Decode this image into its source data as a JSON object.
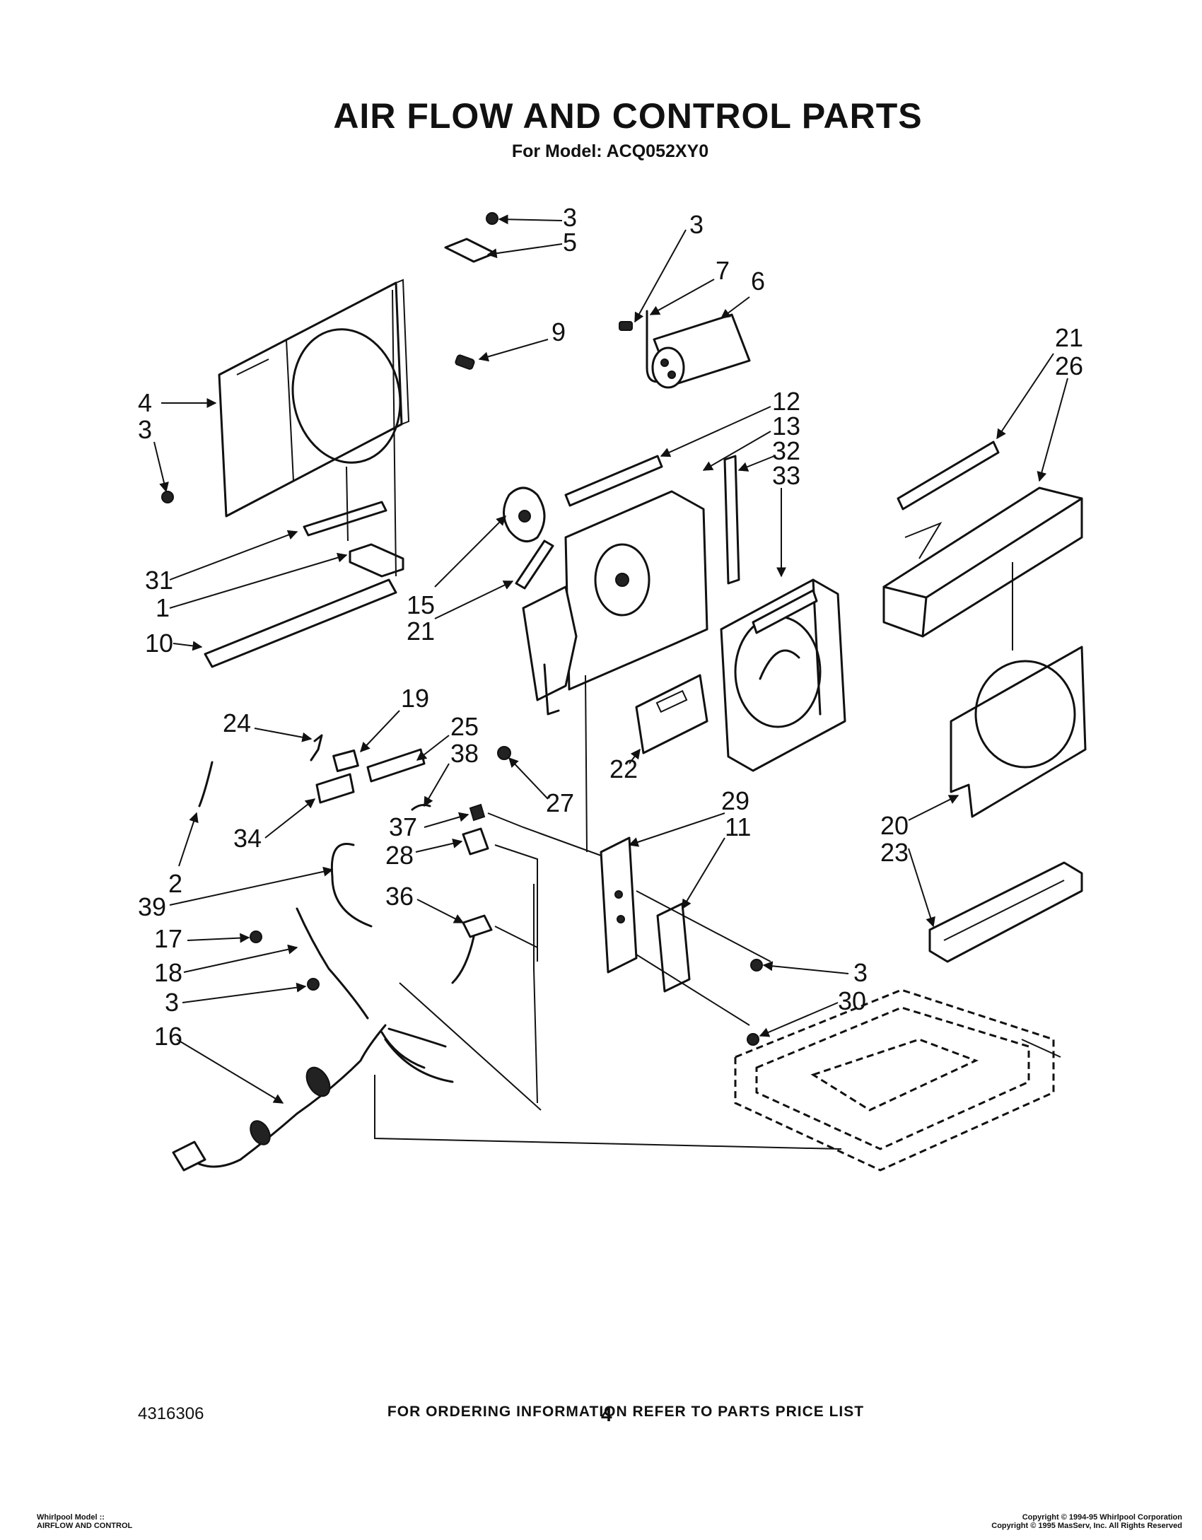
{
  "page": {
    "title": "AIR FLOW AND CONTROL PARTS",
    "subtitle": "For Model: ACQ052XY0",
    "ordering_note": "FOR ORDERING INFORMATION REFER TO PARTS PRICE LIST",
    "document_number": "4316306",
    "page_number": "4"
  },
  "footer": {
    "model_line1": "Whirlpool Model ::",
    "model_line2": "AIRFLOW AND CONTROL",
    "copyright_line1": "Copyright © 1994-95 Whirlpool Corporation",
    "copyright_line2": "Copyright © 1995 MasServ, Inc.  All Rights Reserved"
  },
  "callouts": [
    {
      "id": "c1",
      "label": "3"
    },
    {
      "id": "c2",
      "label": "5"
    },
    {
      "id": "c3",
      "label": "3"
    },
    {
      "id": "c4",
      "label": "7"
    },
    {
      "id": "c5",
      "label": "6"
    },
    {
      "id": "c6",
      "label": "9"
    },
    {
      "id": "c7",
      "label": "21"
    },
    {
      "id": "c8",
      "label": "26"
    },
    {
      "id": "c9",
      "label": "4"
    },
    {
      "id": "c10",
      "label": "3"
    },
    {
      "id": "c11",
      "label": "12"
    },
    {
      "id": "c12",
      "label": "13"
    },
    {
      "id": "c13",
      "label": "32"
    },
    {
      "id": "c14",
      "label": "33"
    },
    {
      "id": "c15",
      "label": "31"
    },
    {
      "id": "c16",
      "label": "1"
    },
    {
      "id": "c17",
      "label": "10"
    },
    {
      "id": "c18",
      "label": "15"
    },
    {
      "id": "c19",
      "label": "21"
    },
    {
      "id": "c20",
      "label": "24"
    },
    {
      "id": "c21",
      "label": "19"
    },
    {
      "id": "c22",
      "label": "25"
    },
    {
      "id": "c23",
      "label": "38"
    },
    {
      "id": "c24",
      "label": "27"
    },
    {
      "id": "c25",
      "label": "22"
    },
    {
      "id": "c26",
      "label": "34"
    },
    {
      "id": "c27",
      "label": "37"
    },
    {
      "id": "c28",
      "label": "29"
    },
    {
      "id": "c29",
      "label": "11"
    },
    {
      "id": "c30",
      "label": "20"
    },
    {
      "id": "c31",
      "label": "23"
    },
    {
      "id": "c32",
      "label": "2"
    },
    {
      "id": "c33",
      "label": "28"
    },
    {
      "id": "c34",
      "label": "39"
    },
    {
      "id": "c35",
      "label": "36"
    },
    {
      "id": "c36",
      "label": "17"
    },
    {
      "id": "c37",
      "label": "18"
    },
    {
      "id": "c38",
      "label": "3"
    },
    {
      "id": "c39",
      "label": "3"
    },
    {
      "id": "c40",
      "label": "30"
    },
    {
      "id": "c41",
      "label": "16"
    }
  ]
}
